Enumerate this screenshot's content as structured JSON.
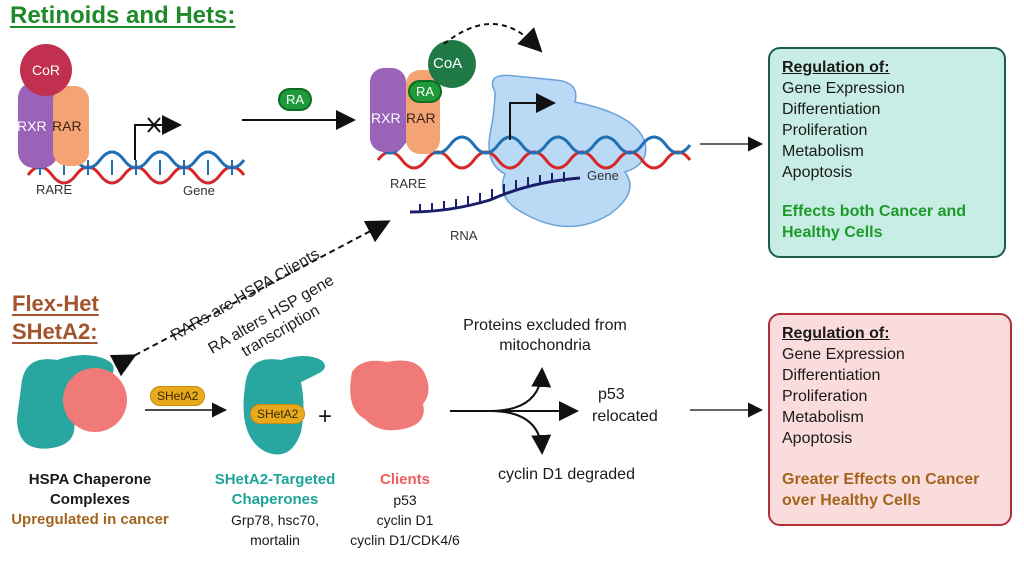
{
  "title_retinoids": "Retinoids and Hets:",
  "title_flexhet_line1": "Flex-Het",
  "title_flexhet_line2": "SHetA2:",
  "top_row": {
    "cor_label": "CoR",
    "rxr_label": "RXR",
    "rar_label": "RAR",
    "rare_label": "RARE",
    "gene_label": "Gene",
    "ra_arrow_label": "RA",
    "active": {
      "coa_label": "CoA",
      "ra_label": "RA",
      "rxr_label": "RXR",
      "rar_label": "RAR",
      "rare_label": "RARE",
      "gene_label": "Gene",
      "rna_label": "RNA"
    }
  },
  "link_labels": {
    "upper": "RARs are HSPA Clients",
    "lower_line1": "RA alters HSP gene",
    "lower_line2": "transcription"
  },
  "top_box": {
    "heading": "Regulation of:",
    "items": [
      "Gene Expression",
      "Differentiation",
      "Proliferation",
      "Metabolism",
      "Apoptosis"
    ],
    "effect_line1": "Effects both Cancer and",
    "effect_line2": "Healthy Cells"
  },
  "bottom_box": {
    "heading": "Regulation of:",
    "items": [
      "Gene Expression",
      "Differentiation",
      "Proliferation",
      "Metabolism",
      "Apoptosis"
    ],
    "effect_line1": "Greater Effects on Cancer",
    "effect_line2": "over Healthy Cells"
  },
  "bottom_row": {
    "sheta2_arrow_label": "SHetA2",
    "sheta2_bound_label": "SHetA2",
    "plus": "+",
    "hspa": {
      "line1": "HSPA Chaperone",
      "line2": "Complexes",
      "line3": "Upregulated in cancer"
    },
    "targeted": {
      "line1": "SHetA2-Targeted",
      "line2": "Chaperones",
      "line3": "Grp78, hsc70,",
      "line4": "mortalin"
    },
    "clients": {
      "title": "Clients",
      "items": [
        "p53",
        "cyclin D1",
        "cyclin D1/CDK4/6"
      ]
    },
    "outcomes": {
      "up": "Proteins excluded from",
      "up2": "mitochondria",
      "mid1": "p53",
      "mid2": "relocated",
      "down": "cyclin D1 degraded"
    }
  },
  "colors": {
    "green_title": "#1f8a2a",
    "brown_title": "#a2552c",
    "teal": "#2aa6a0",
    "salmon": "#f07a78",
    "cor": "#c2304f",
    "rxr": "#9a63b8",
    "rar": "#f4a374",
    "coa": "#1f7a45",
    "polymerase": "#b9d9f5"
  }
}
